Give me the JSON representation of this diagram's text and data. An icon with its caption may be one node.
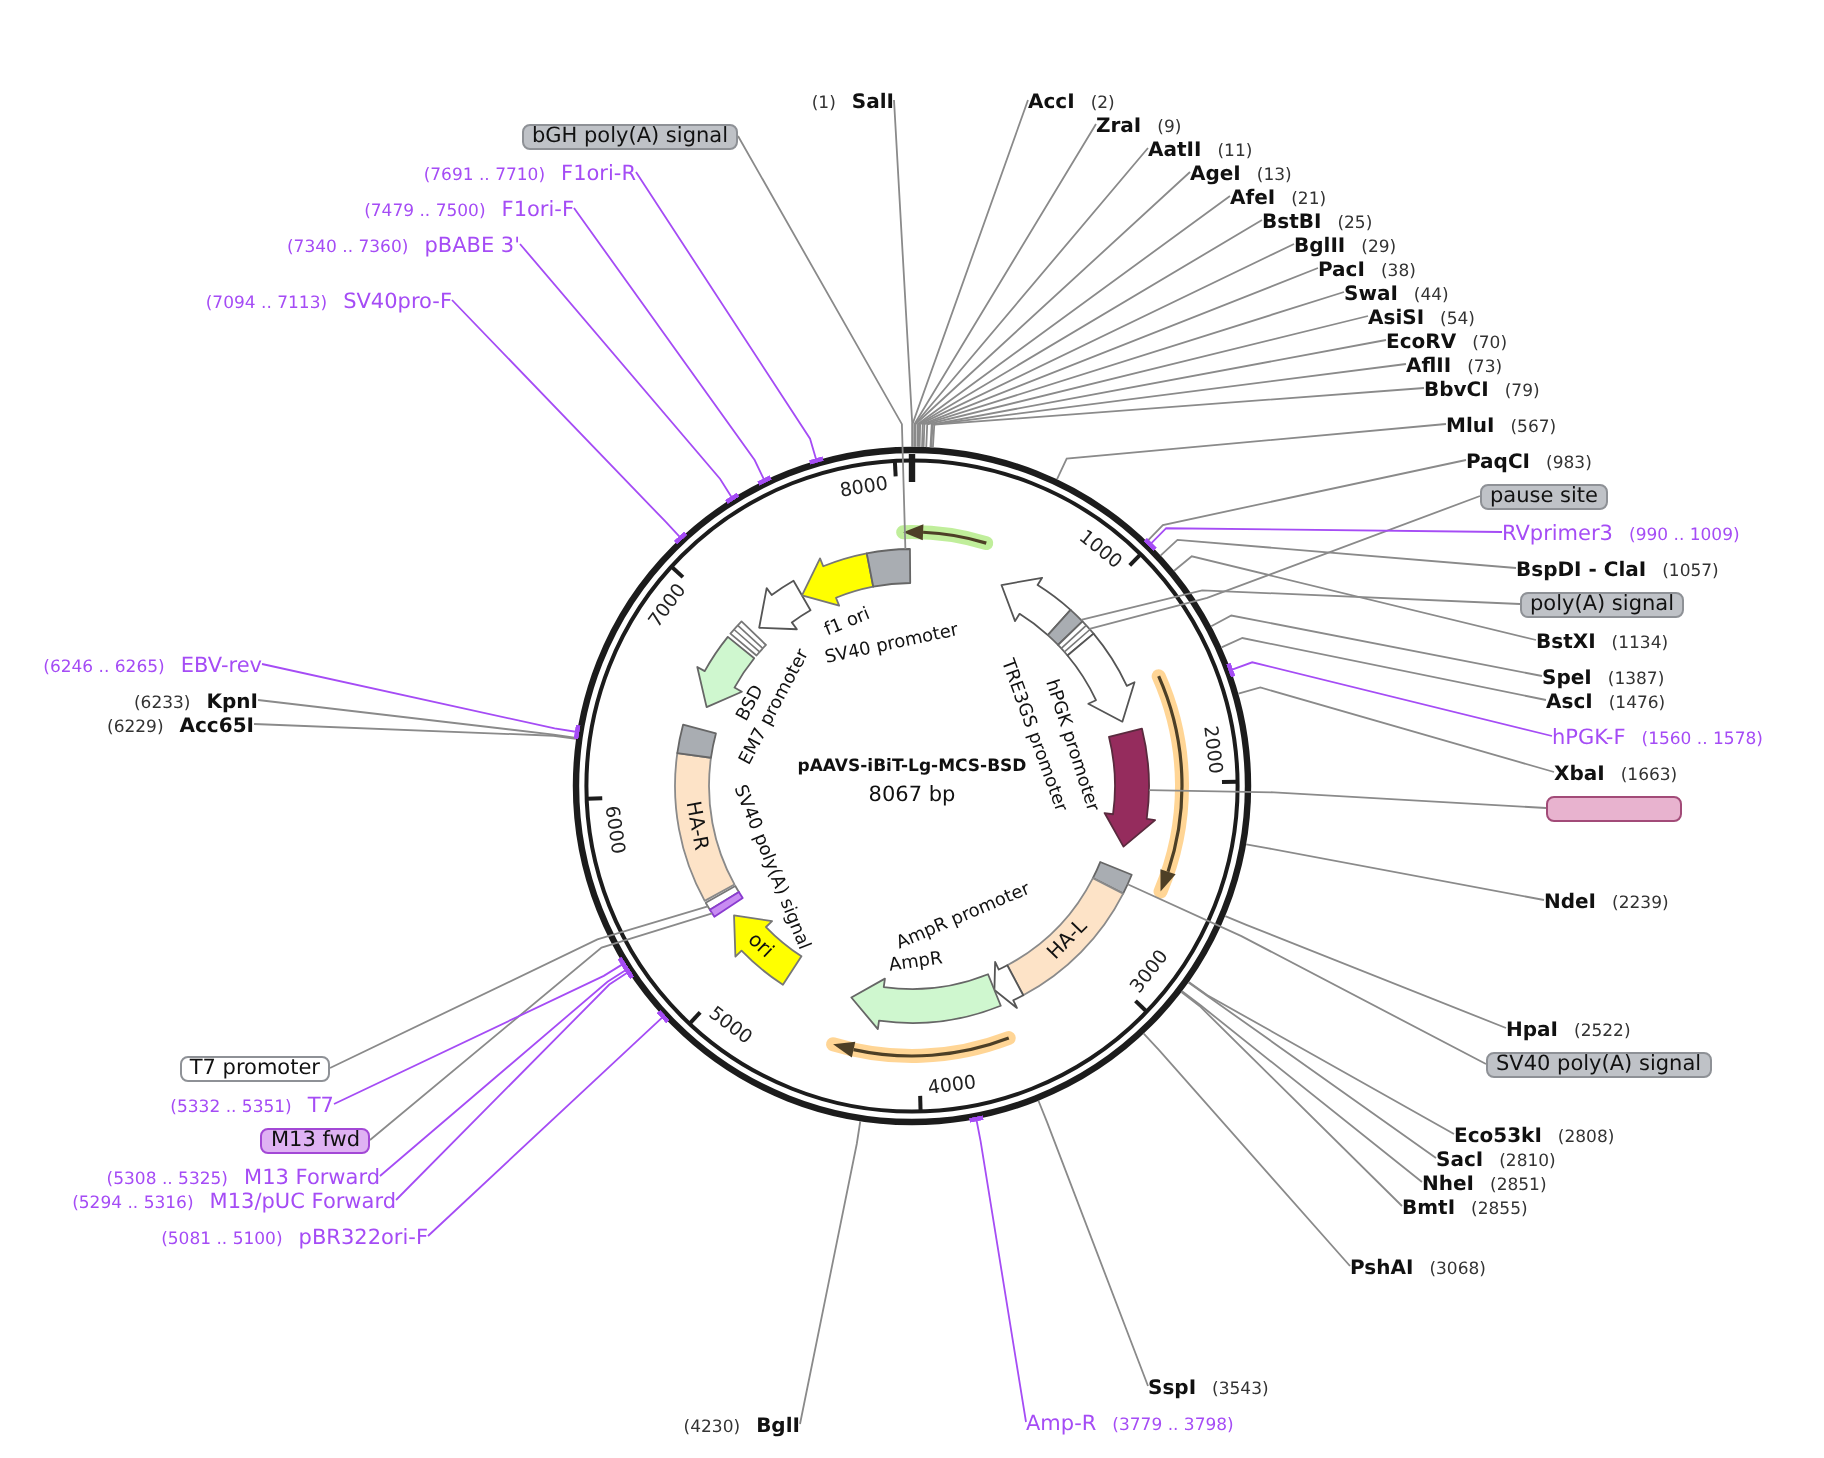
{
  "diagram": {
    "nodes": [
      {
        "text": [
          "pAAVS-iBiT-Lg-MCS-BSD",
          "8067 bp"
        ]
      },
      {
        "text": [],
        "shape": "arrow",
        "in": 0
      },
      {
        "text": [],
        "shape": "arrow",
        "in": 0
      },
      {
        "text": [],
        "shape": "box",
        "in": 0
      },
      {
        "text": [],
        "shape": "box",
        "in": 0
      },
      {
        "text": [],
        "shape": "arrow",
        "beside": [
          "hPGK promoter"
        ],
        "in": 0
      },
      {
        "text": [],
        "shape": "arrow",
        "in": 0
      },
      {
        "text": [],
        "shape": "arrow",
        "in": 0
      },
      {
        "text": [],
        "shape": "box",
        "in": 0
      },
      {
        "text": [
          "HA-L"
        ],
        "in": 0
      },
      {
        "text": [],
        "shape": "arrow",
        "in": 0
      },
      {
        "text": [],
        "shape": "arrow",
        "beside": [
          "AmpR"
        ],
        "in": 0
      },
      {
        "text": [],
        "shape": "arrow",
        "in": 0
      },
      {
        "text": [
          "ori"
        ],
        "in": 0
      },
      {
        "text": [],
        "shape": "box",
        "in": 0
      },
      {
        "text": [],
        "shape": "box",
        "in": 0
      },
      {
        "text": [
          "HA-R"
        ],
        "in": 0
      },
      {
        "text": [],
        "shape": "box",
        "in": 0
      },
      {
        "text": [],
        "shape": "arrow",
        "beside": [
          "BSD"
        ],
        "in": 0
      },
      {
        "text": [],
        "shape": "box",
        "beside": [
          "EM7 promoter"
        ],
        "in": 0
      },
      {
        "text": [],
        "shape": "arrow",
        "beside": [
          "SV40 promoter"
        ],
        "in": 0
      },
      {
        "text": [],
        "shape": "arrow",
        "beside": [
          "f1 ori"
        ],
        "in": 0
      },
      {
        "text": [],
        "shape": "box",
        "in": 0
      },
      {
        "text": [
          "(1)",
          "SalI"
        ]
      },
      {
        "text": [
          "AccI",
          "(2)"
        ]
      },
      {
        "text": [
          "ZraI",
          "(9)"
        ]
      },
      {
        "text": [
          "AatII",
          "(11)"
        ]
      },
      {
        "text": [
          "AgeI",
          "(13)"
        ]
      },
      {
        "text": [
          "AfeI",
          "(21)"
        ]
      },
      {
        "text": [
          "BstBI",
          "(25)"
        ]
      },
      {
        "text": [
          "BglII",
          "(29)"
        ]
      },
      {
        "text": [
          "PacI",
          "(38)"
        ]
      },
      {
        "text": [
          "SwaI",
          "(44)"
        ]
      },
      {
        "text": [
          "AsiSI",
          "(54)"
        ]
      },
      {
        "text": [
          "EcoRV",
          "(70)"
        ]
      },
      {
        "text": [
          "AflII",
          "(73)"
        ]
      },
      {
        "text": [
          "BbvCI",
          "(79)"
        ]
      },
      {
        "text": [
          "MluI",
          "(567)"
        ]
      },
      {
        "text": [
          "PaqCI",
          "(983)"
        ]
      },
      {
        "text": [
          "pause site"
        ]
      },
      {
        "text": [
          "RVprimer3",
          "(990 .. 1009)"
        ]
      },
      {
        "text": [
          "BspDI - ClaI",
          "(1057)"
        ]
      },
      {
        "text": [
          "poly(A) signal"
        ]
      },
      {
        "text": [
          "BstXI",
          "(1134)"
        ]
      },
      {
        "text": [
          "SpeI",
          "(1387)"
        ]
      },
      {
        "text": [
          "AscI",
          "(1476)"
        ]
      },
      {
        "text": [
          "hPGK-F",
          "(1560 .. 1578)"
        ]
      },
      {
        "text": [
          "XbaI",
          "(1663)"
        ]
      },
      {
        "text": [],
        "shape": "box"
      },
      {
        "text": [
          "NdeI",
          "(2239)"
        ]
      },
      {
        "text": [
          "HpaI",
          "(2522)"
        ]
      },
      {
        "text": [
          "SV40 poly(A) signal"
        ]
      },
      {
        "text": [
          "Eco53kI",
          "(2808)"
        ]
      },
      {
        "text": [
          "SacI",
          "(2810)"
        ]
      },
      {
        "text": [
          "NheI",
          "(2851)"
        ]
      },
      {
        "text": [
          "BmtI",
          "(2855)"
        ]
      },
      {
        "text": [
          "PshAI",
          "(3068)"
        ]
      },
      {
        "text": [
          "SspI",
          "(3543)"
        ]
      },
      {
        "text": [
          "Amp-R",
          "(3779 .. 3798)"
        ]
      },
      {
        "text": [
          "(4230)",
          "BglI"
        ]
      },
      {
        "text": [
          "(5081 .. 5100)",
          "pBR322ori-F"
        ]
      },
      {
        "text": [
          "(5294 .. 5316)",
          "M13/pUC Forward"
        ]
      },
      {
        "text": [
          "(5308 .. 5325)",
          "M13 Forward"
        ]
      },
      {
        "text": [
          "M13 fwd"
        ]
      },
      {
        "text": [
          "(5332 .. 5351)",
          "T7"
        ]
      },
      {
        "text": [
          "T7 promoter"
        ]
      },
      {
        "text": [
          "(6229)",
          "Acc65I"
        ]
      },
      {
        "text": [
          "(6233)",
          "KpnI"
        ]
      },
      {
        "text": [
          "(6246 .. 6265)",
          "EBV-rev"
        ]
      },
      {
        "text": [
          "(7094 .. 7113)",
          "SV40pro-F"
        ]
      },
      {
        "text": [
          "(7340 .. 7360)",
          "pBABE 3'"
        ]
      },
      {
        "text": [
          "(7479 .. 7500)",
          "F1ori-F"
        ]
      },
      {
        "text": [
          "(7691 .. 7710)",
          "F1ori-R"
        ]
      },
      {
        "text": [
          "bGH poly(A) signal"
        ]
      }
    ],
    "edges": [
      {
        "from": 23,
        "to": 0,
        "arrow": "none"
      },
      {
        "from": 24,
        "to": 0,
        "arrow": "none"
      },
      {
        "from": 25,
        "to": 0,
        "arrow": "none"
      },
      {
        "from": 26,
        "to": 0,
        "arrow": "none"
      },
      {
        "from": 27,
        "to": 0,
        "arrow": "none"
      },
      {
        "from": 28,
        "to": 0,
        "arrow": "none"
      },
      {
        "from": 29,
        "to": 0,
        "arrow": "none"
      },
      {
        "from": 30,
        "to": 0,
        "arrow": "none"
      },
      {
        "from": 31,
        "to": 0,
        "arrow": "none"
      },
      {
        "from": 32,
        "to": 0,
        "arrow": "none"
      },
      {
        "from": 33,
        "to": 0,
        "arrow": "none"
      },
      {
        "from": 34,
        "to": 0,
        "arrow": "none"
      },
      {
        "from": 35,
        "to": 0,
        "arrow": "none"
      },
      {
        "from": 36,
        "to": 0,
        "arrow": "none"
      },
      {
        "from": 37,
        "to": 0,
        "arrow": "none"
      },
      {
        "from": 38,
        "to": 0,
        "arrow": "none"
      },
      {
        "from": 39,
        "to": 4,
        "arrow": "none"
      },
      {
        "from": 40,
        "to": 0,
        "arrow": "other",
        "color": "#a54cf5"
      },
      {
        "from": 41,
        "to": 0,
        "arrow": "none"
      },
      {
        "from": 42,
        "to": 3,
        "arrow": "none"
      },
      {
        "from": 43,
        "to": 0,
        "arrow": "none"
      },
      {
        "from": 44,
        "to": 0,
        "arrow": "none"
      },
      {
        "from": 45,
        "to": 0,
        "arrow": "none"
      },
      {
        "from": 46,
        "to": 0,
        "arrow": "other",
        "color": "#a54cf5"
      },
      {
        "from": 47,
        "to": 0,
        "arrow": "none"
      },
      {
        "from": 48,
        "to": 7,
        "arrow": "none"
      },
      {
        "from": 49,
        "to": 0,
        "arrow": "none"
      },
      {
        "from": 50,
        "to": 0,
        "arrow": "none"
      },
      {
        "from": 51,
        "to": 8,
        "arrow": "none"
      },
      {
        "from": 52,
        "to": 0,
        "arrow": "none"
      },
      {
        "from": 53,
        "to": 0,
        "arrow": "none"
      },
      {
        "from": 54,
        "to": 0,
        "arrow": "none"
      },
      {
        "from": 55,
        "to": 0,
        "arrow": "none"
      },
      {
        "from": 56,
        "to": 0,
        "arrow": "none"
      },
      {
        "from": 57,
        "to": 0,
        "arrow": "none"
      },
      {
        "from": 58,
        "to": 0,
        "arrow": "other",
        "color": "#a54cf5"
      },
      {
        "from": 59,
        "to": 0,
        "arrow": "none"
      },
      {
        "from": 60,
        "to": 0,
        "arrow": "other",
        "color": "#a54cf5"
      },
      {
        "from": 61,
        "to": 0,
        "arrow": "other",
        "color": "#a54cf5"
      },
      {
        "from": 62,
        "to": 0,
        "arrow": "other",
        "color": "#a54cf5"
      },
      {
        "from": 63,
        "to": 15,
        "arrow": "none"
      },
      {
        "from": 64,
        "to": 0,
        "arrow": "other",
        "color": "#a54cf5"
      },
      {
        "from": 65,
        "to": 14,
        "arrow": "none"
      },
      {
        "from": 66,
        "to": 0,
        "arrow": "none"
      },
      {
        "from": 67,
        "to": 0,
        "arrow": "none"
      },
      {
        "from": 68,
        "to": 0,
        "arrow": "other",
        "color": "#a54cf5"
      },
      {
        "from": 69,
        "to": 0,
        "arrow": "other",
        "color": "#a54cf5"
      },
      {
        "from": 70,
        "to": 0,
        "arrow": "other",
        "color": "#a54cf5"
      },
      {
        "from": 71,
        "to": 0,
        "arrow": "other",
        "color": "#a54cf5"
      },
      {
        "from": 72,
        "to": 0,
        "arrow": "other",
        "color": "#a54cf5"
      },
      {
        "from": 73,
        "to": 22,
        "arrow": "none"
      }
    ],
    "labels": [
      "1000",
      "2000",
      "3000",
      "4000",
      "5000",
      "6000",
      "7000",
      "8000",
      "TRE3GS promoter",
      "AmpR promoter",
      "SV40 poly(A) signal"
    ]
  }
}
